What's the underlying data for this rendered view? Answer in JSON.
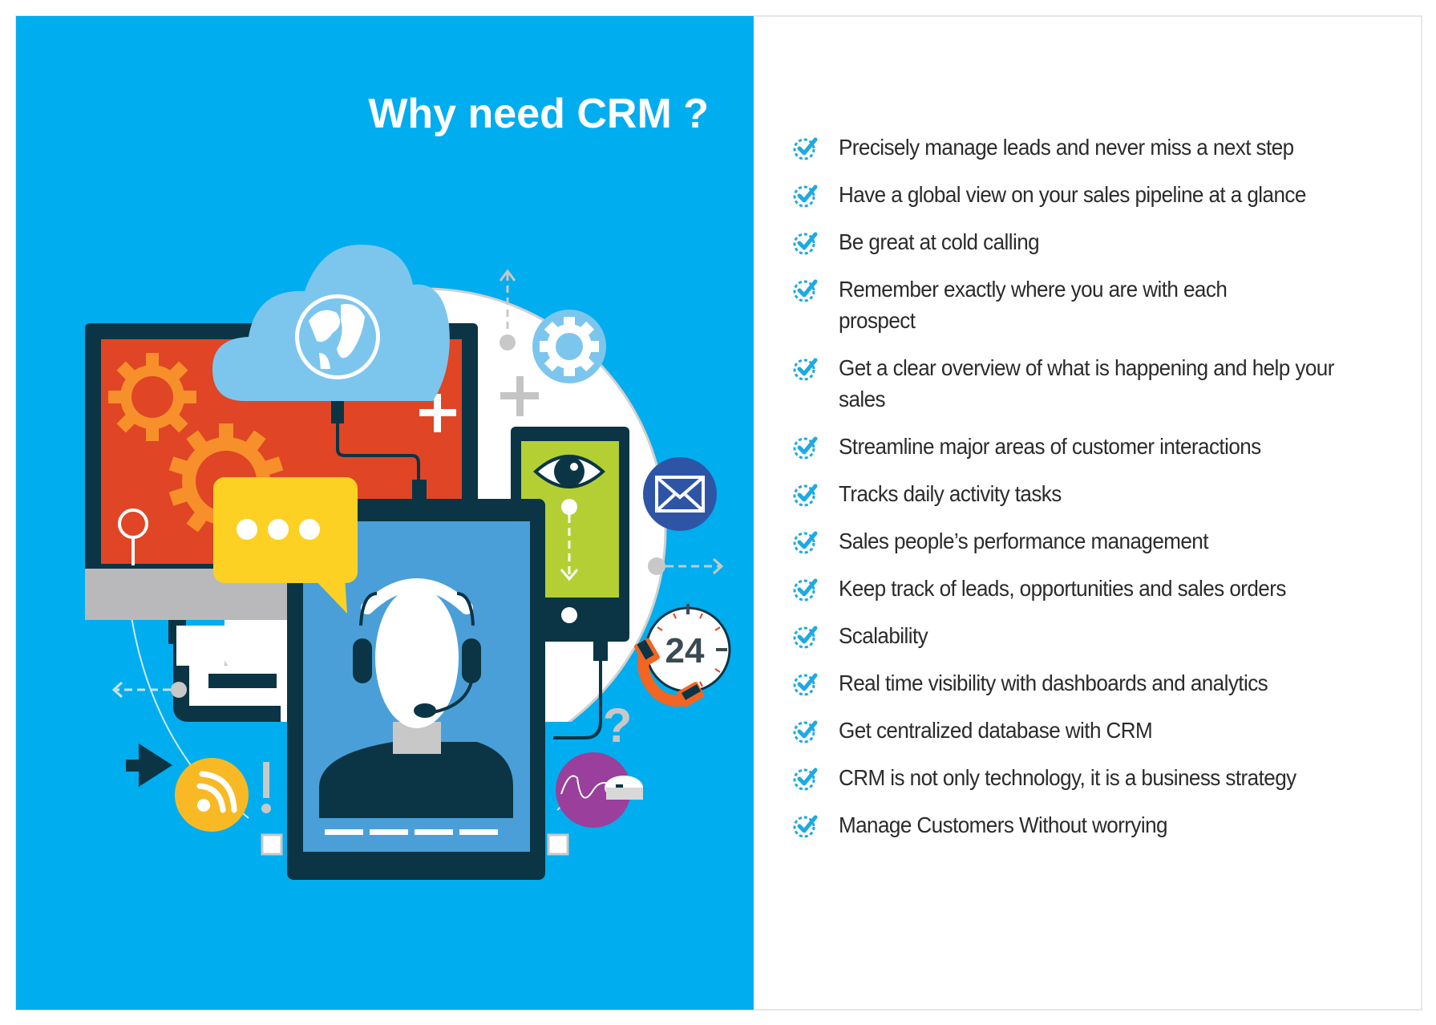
{
  "heading": "Why need CRM ?",
  "colors": {
    "panel_blue": "#00adee",
    "accent_check": "#1fa9e1",
    "text": "#2b2b2b",
    "monitor_red": "#e04526",
    "gear_orange": "#f7902a",
    "cloud_blue": "#7cc6ee",
    "dark_navy": "#0b3544",
    "bubble_yellow": "#fcd124",
    "phone_green": "#b3cf33",
    "mail_blue": "#2e55a5",
    "rss_yellow": "#f9b924",
    "mouse_purple": "#9a3f9b",
    "phone_orange": "#f26522"
  },
  "illustration": {
    "clock_label": "24",
    "icons": [
      "cloud-globe-icon",
      "gear-icon",
      "eye-icon",
      "mail-icon",
      "clock-24-icon",
      "phone-icon",
      "question-icon",
      "mouse-icon",
      "rss-icon",
      "chat-bubble-icon",
      "headset-agent-icon",
      "magnifier-icon",
      "plus-icon",
      "exclamation-icon",
      "arrow-right-icon"
    ]
  },
  "benefits": [
    {
      "text": "Precisely manage leads and never miss a next step"
    },
    {
      "text": "Have a global view on your sales pipeline at a glance"
    },
    {
      "text": "Be great at cold calling"
    },
    {
      "text": "Remember exactly where you are with each prospect"
    },
    {
      "text": "Get a clear overview of what is happening and help your sales"
    },
    {
      "text": "Streamline major areas of customer interactions"
    },
    {
      "text": "Tracks daily activity tasks"
    },
    {
      "text": "Sales people’s performance management"
    },
    {
      "text": "Keep track of leads, opportunities and sales orders"
    },
    {
      "text": "Scalability"
    },
    {
      "text": "Real time visibility with dashboards and analytics"
    },
    {
      "text": "Get centralized database with CRM"
    },
    {
      "text": "CRM is not only technology, it is a business strategy"
    },
    {
      "text": "Manage Customers Without worrying"
    }
  ]
}
